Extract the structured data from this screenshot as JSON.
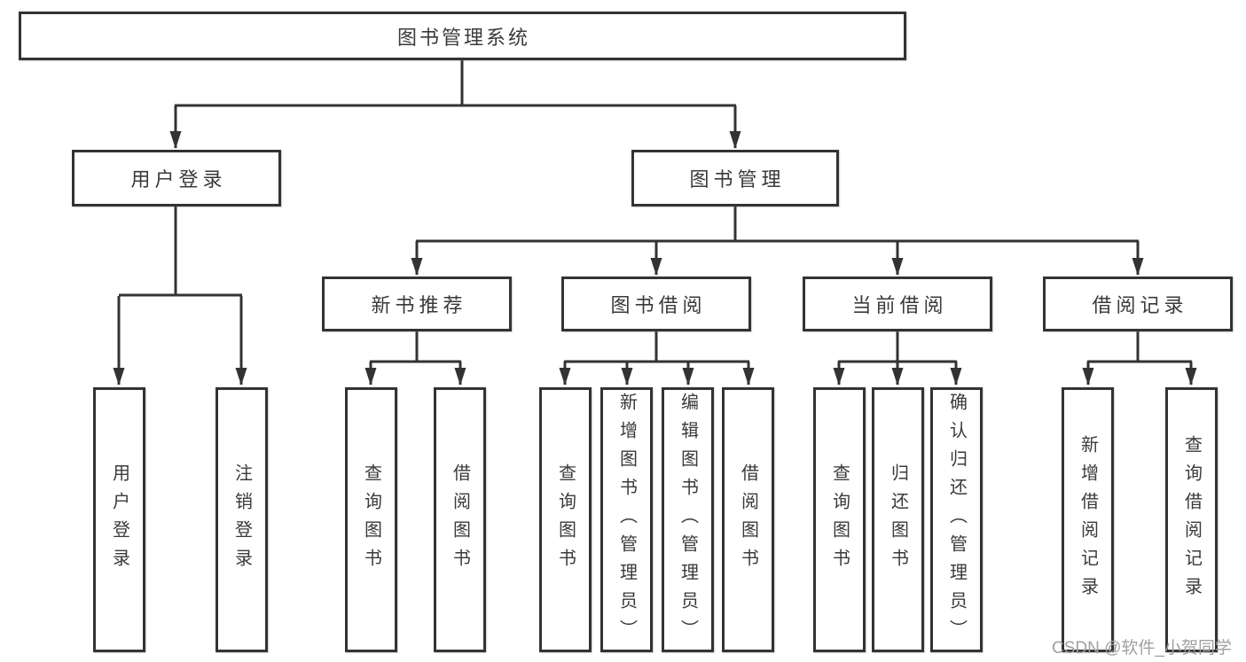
{
  "diagram": {
    "title_note": "library management system functional structure chart",
    "nodes": {
      "root": "图书管理系统",
      "user_login": "用户登录",
      "book_mgmt": "图书管理",
      "new_books": "新书推荐",
      "book_borrow": "图书借阅",
      "current_borrow": "当前借阅",
      "borrow_records": "借阅记录",
      "leaf_user_login": "用户登录",
      "leaf_logout": "注销登录",
      "leaf_nb_query": "查询图书",
      "leaf_nb_borrow": "借阅图书",
      "leaf_bb_query": "查询图书",
      "leaf_bb_add": "新增图书（管理员）",
      "leaf_bb_edit": "编辑图书（管理员）",
      "leaf_bb_borrow": "借阅图书",
      "leaf_cb_query": "查询图书",
      "leaf_cb_return": "归还图书",
      "leaf_cb_confirm": "确认归还（管理员）",
      "leaf_br_add": "新增借阅记录",
      "leaf_br_query": "查询借阅记录"
    },
    "colors": {
      "line": "#333333",
      "text": "#3a3a3a",
      "watermark": "#a0a0a0",
      "background": "#ffffff"
    }
  },
  "watermark": "CSDN @软件_小贺同学"
}
